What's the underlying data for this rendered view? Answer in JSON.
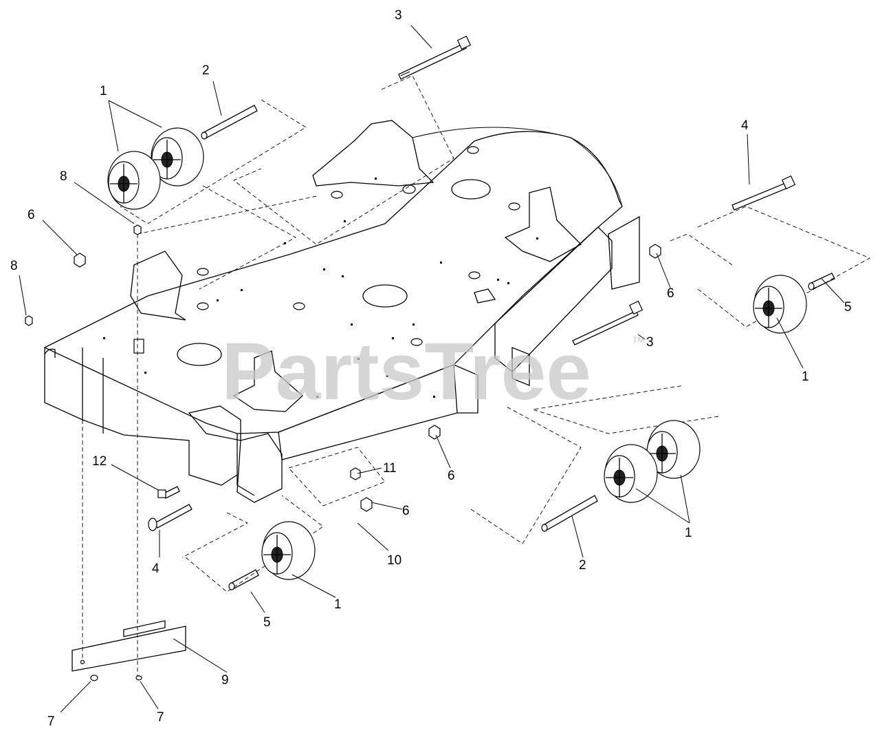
{
  "watermark": {
    "text": "PartsTree",
    "trademark": "TM"
  },
  "callouts": [
    {
      "id": "c3a",
      "label": "3"
    },
    {
      "id": "c2a",
      "label": "2"
    },
    {
      "id": "c1a",
      "label": "1"
    },
    {
      "id": "c8a",
      "label": "8"
    },
    {
      "id": "c6a",
      "label": "6"
    },
    {
      "id": "c8b",
      "label": "8"
    },
    {
      "id": "c4a",
      "label": "4"
    },
    {
      "id": "c6b",
      "label": "6"
    },
    {
      "id": "c5a",
      "label": "5"
    },
    {
      "id": "c1b",
      "label": "1"
    },
    {
      "id": "c3b",
      "label": "3"
    },
    {
      "id": "c12",
      "label": "12"
    },
    {
      "id": "c11",
      "label": "11"
    },
    {
      "id": "c6c",
      "label": "6"
    },
    {
      "id": "c6d",
      "label": "6"
    },
    {
      "id": "c10",
      "label": "10"
    },
    {
      "id": "c4b",
      "label": "4"
    },
    {
      "id": "c1c",
      "label": "1"
    },
    {
      "id": "c5b",
      "label": "5"
    },
    {
      "id": "c2b",
      "label": "2"
    },
    {
      "id": "c1d",
      "label": "1"
    },
    {
      "id": "c9",
      "label": "9"
    },
    {
      "id": "c7a",
      "label": "7"
    },
    {
      "id": "c7b",
      "label": "7"
    }
  ]
}
